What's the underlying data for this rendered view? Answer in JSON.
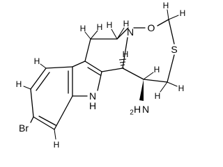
{
  "atoms": {
    "nitrogen_ring": "N",
    "oxygen": "O",
    "sulfur": "S",
    "indole_nitrogen": "N",
    "indole_nh_hydrogen": "H",
    "bromine": "Br",
    "amine_nitrogen": "N",
    "amine_hydrogen": "H",
    "amine_hydrogen_subscript": "2",
    "hydrogen": "H"
  }
}
